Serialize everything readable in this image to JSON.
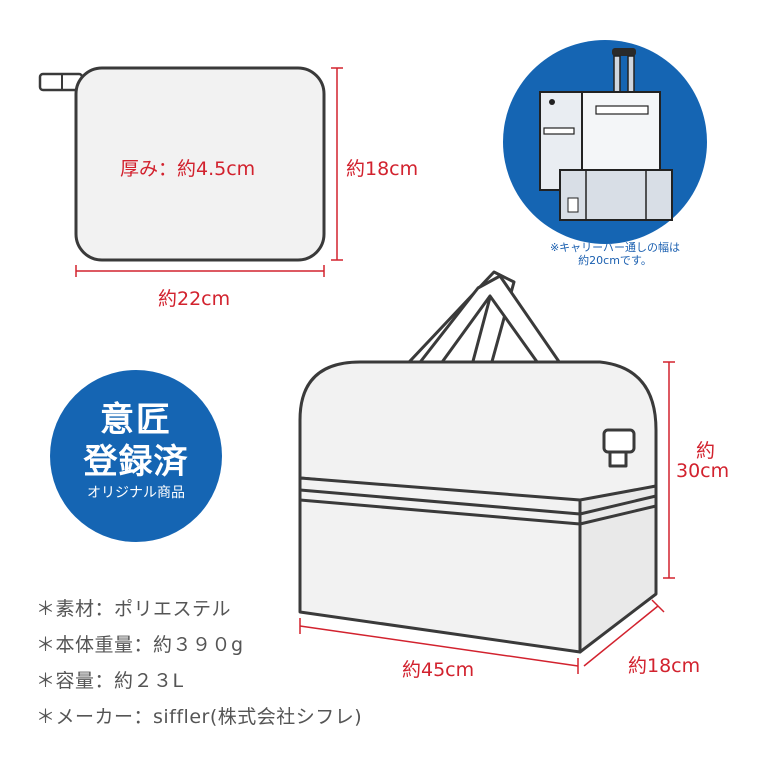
{
  "colors": {
    "accent": "#1565b3",
    "dimension": "#d2222e",
    "outline": "#3a3a3a",
    "fill": "#f2f2f2"
  },
  "pouch": {
    "thickness": "厚み：約4.5cm",
    "height": "約18cm",
    "width": "約22cm"
  },
  "carry_note": {
    "line1": "※キャリーバー通しの幅は",
    "line2": "約20cmです。"
  },
  "bag": {
    "height_line1": "約",
    "height_line2": "30cm",
    "width": "約45cm",
    "depth": "約18cm"
  },
  "badge": {
    "line1": "意匠",
    "line2": "登録済",
    "line3": "オリジナル商品"
  },
  "specs": [
    "＊素材：ポリエステル",
    "＊本体重量：約３９０g",
    "＊容量：約２３L",
    "＊メーカー：siffler(株式会社シフレ)"
  ],
  "icons": {
    "carry": "luggage-carry-bar-icon",
    "pouch": "folded-pouch-icon",
    "bag": "bag-outline-icon"
  }
}
